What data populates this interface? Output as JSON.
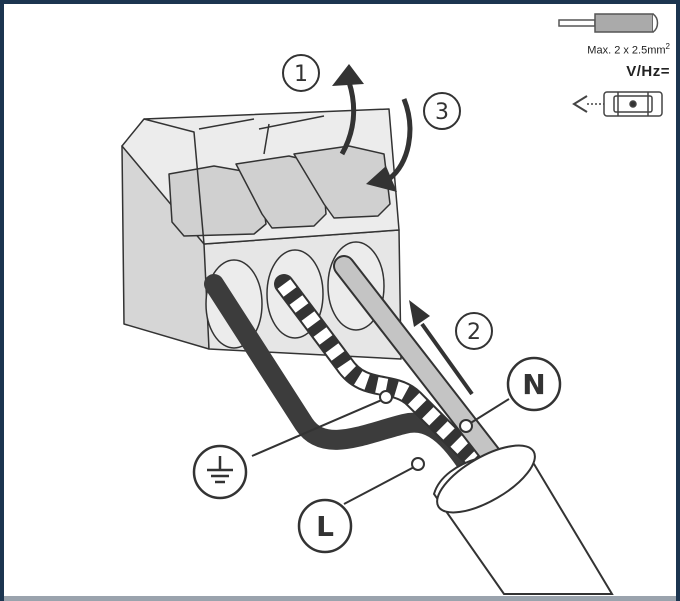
{
  "spec": {
    "wire_size": "Max. 2 x 2.5mm",
    "wire_size_sup": "2",
    "voltage": "V/Hz="
  },
  "steps": {
    "s1": "1",
    "s2": "2",
    "s3": "3"
  },
  "terminals": {
    "neutral": "N",
    "live": "L",
    "earth_icon": "ground-symbol"
  },
  "colors": {
    "frame": "#1c3550",
    "outline": "#333333",
    "body_fill": "#e3e3e3",
    "live_wire": "#3c3c3c",
    "neutral_wire": "#c4c4c4"
  }
}
